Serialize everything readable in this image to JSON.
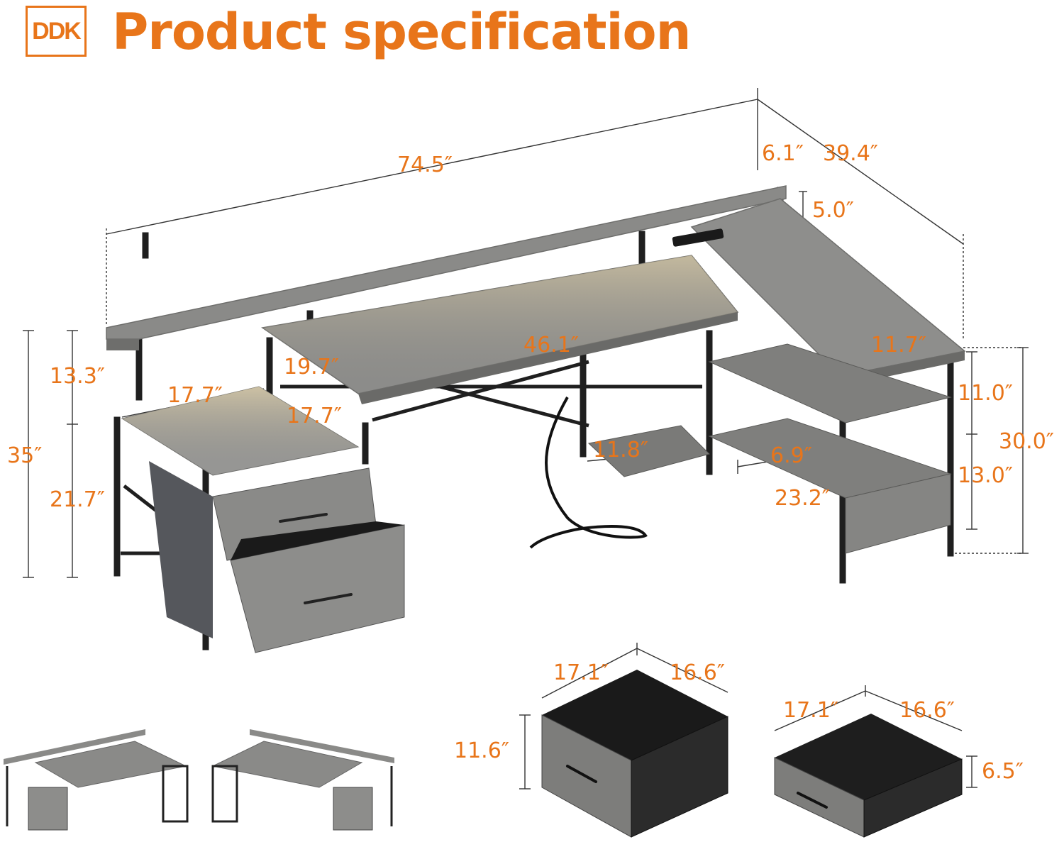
{
  "header": {
    "logo_text": "DDK",
    "title": "Product specification"
  },
  "colors": {
    "accent": "#e8751a",
    "wood": "#8a8a88",
    "wood_dark": "#6e6e6c",
    "frame": "#1f1f1f",
    "fabric": "#55575c",
    "bin_inside": "#1a1a1a",
    "led": "#f3d9a1"
  },
  "dimensions": {
    "overall_width": "74.5″",
    "shelf_depth": "6.1″",
    "return_length": "39.4″",
    "riser_height": "5.0″",
    "main_desk_width": "46.1″",
    "desk_depth": "19.7″",
    "cabinet_width": "17.7″",
    "cabinet_depth": "17.7″",
    "upper_height": "13.3″",
    "total_height": "35″",
    "lower_height": "21.7″",
    "return_depth": "11.7″",
    "shelf_gap_top": "11.0″",
    "desk_height": "30.0″",
    "shelf_gap_bottom": "13.0″",
    "foot_shelf_depth": "11.8″",
    "inner_shelf_depth": "6.9″",
    "shelf_width": "23.2″",
    "large_bin_width": "17.1″",
    "large_bin_depth": "16.6″",
    "large_bin_height": "11.6″",
    "small_bin_width": "17.1″",
    "small_bin_depth": "16.6″",
    "small_bin_height": "6.5″"
  },
  "icons": {
    "desk": "l-shaped-desk-icon",
    "drawer": "fabric-drawer-icon",
    "outlet": "power-strip-icon"
  }
}
